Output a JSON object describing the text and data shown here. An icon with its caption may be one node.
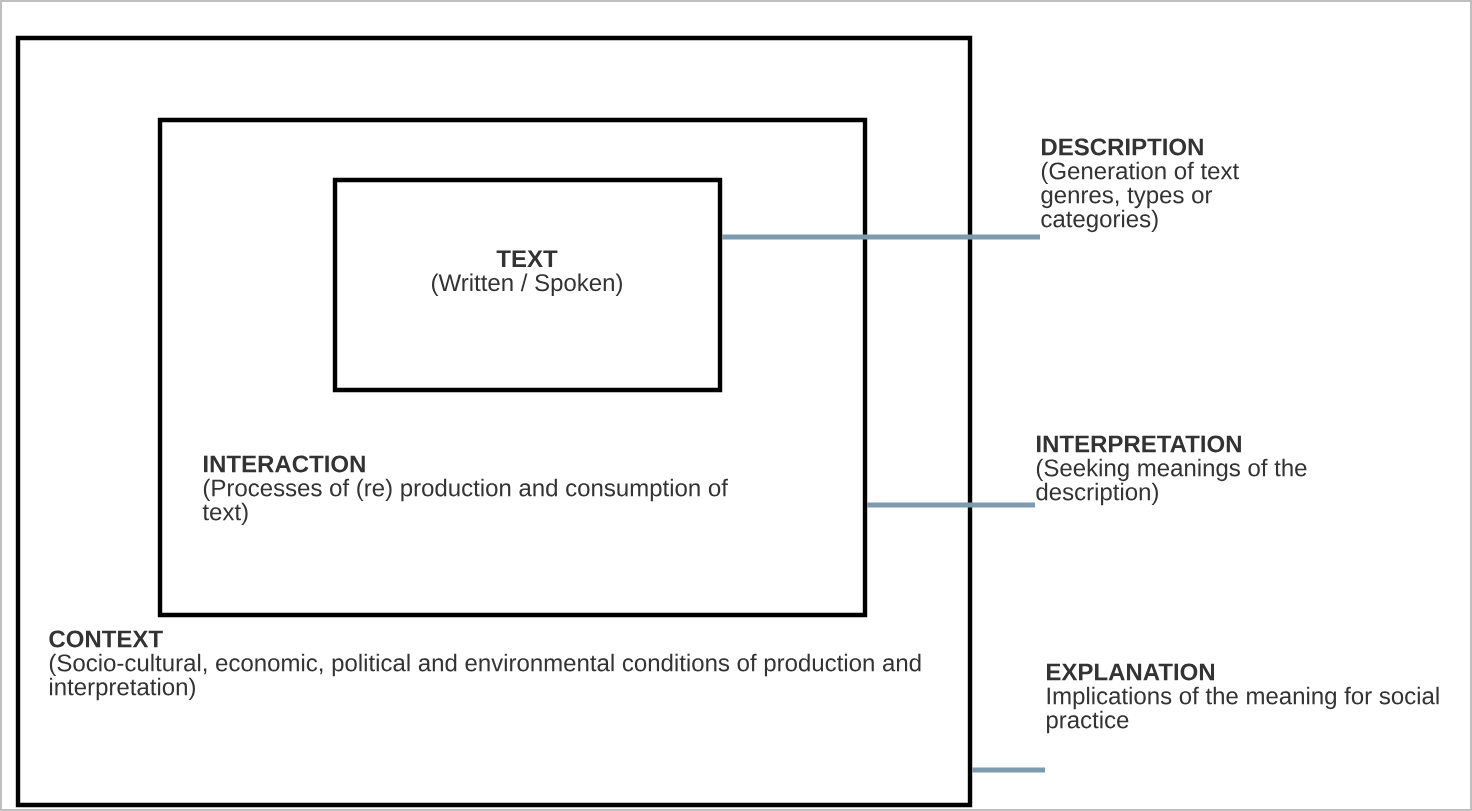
{
  "diagram": {
    "nodes": [
      {
        "text": [
          "CONTEXT",
          "(Socio-cultural, economic, political and environmental conditions of production and interpretation)"
        ]
      },
      {
        "text": [
          "INTERACTION",
          "(Processes of (re) production and consumption of text)"
        ],
        "in": 0
      },
      {
        "text": [
          "TEXT",
          "(Written / Spoken)"
        ],
        "in": 1
      },
      {
        "text": [
          "DESCRIPTION",
          "(Generation of text genres, types or categories)"
        ]
      },
      {
        "text": [
          "INTERPRETATION",
          "(Seeking meanings of the description)"
        ]
      },
      {
        "text": [
          "EXPLANATION",
          "Implications of the meaning for social practice"
        ]
      }
    ],
    "edges": [
      {
        "from": 2,
        "to": 3,
        "arrow": "none"
      },
      {
        "from": 1,
        "to": 4,
        "arrow": "none"
      },
      {
        "from": 0,
        "to": 5,
        "arrow": "none"
      }
    ]
  }
}
